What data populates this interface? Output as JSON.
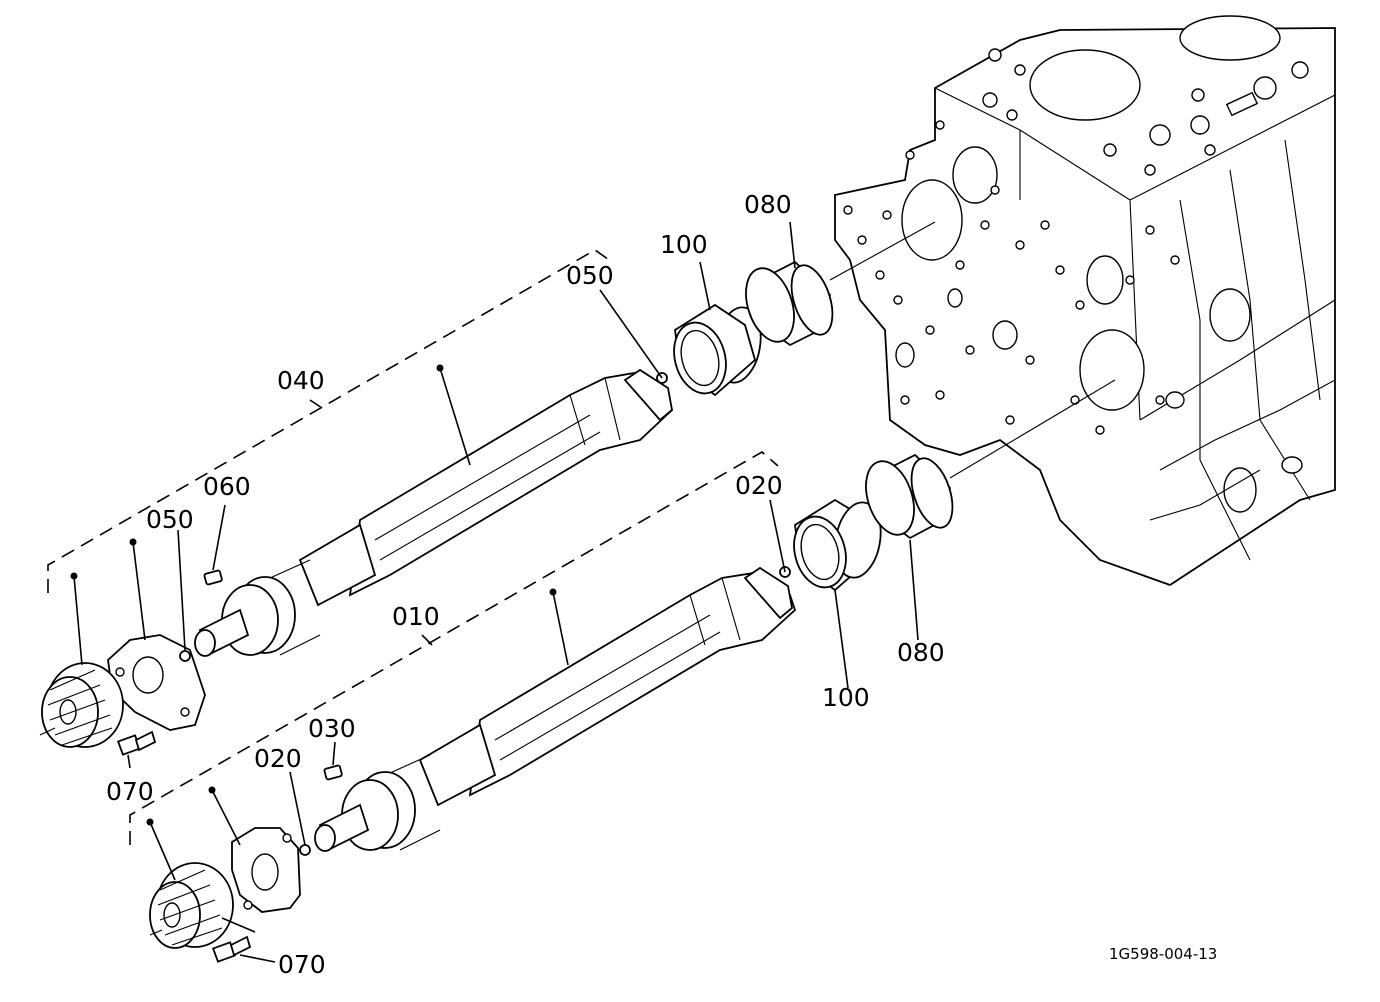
{
  "callouts": {
    "c080_top": "080",
    "c100_top": "100",
    "c050_top": "050",
    "c040": "040",
    "c060": "060",
    "c050_left": "050",
    "c020_right": "020",
    "c010": "010",
    "c100_bottom": "100",
    "c080_bottom": "080",
    "c030": "030",
    "c020_left": "020",
    "c070_upper": "070",
    "c070_lower": "070"
  },
  "drawing_code": "1G598-004-13"
}
